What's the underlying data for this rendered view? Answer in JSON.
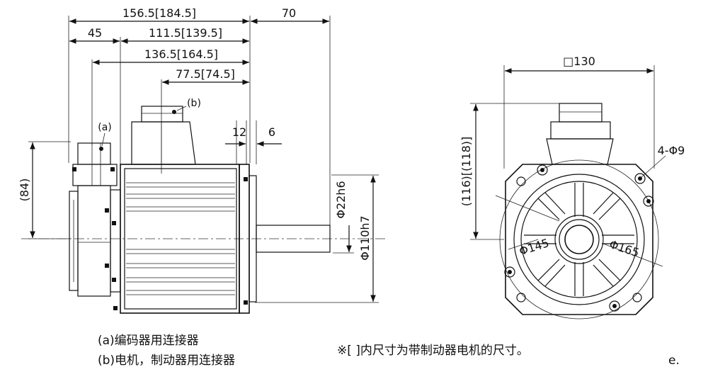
{
  "side_view": {
    "dims": {
      "overall": "156.5[184.5]",
      "shaft_length": "70",
      "encoder": "45",
      "body": "111.5[139.5]",
      "to_flange": "136.5[164.5]",
      "connector_b_pos": "77.5[74.5]",
      "flange_thickness": "12",
      "spigot": "6",
      "height_84": "(84)",
      "shaft_dia": "Φ22h6",
      "spigot_dia": "Φ110h7"
    },
    "labels": {
      "a": "(a)",
      "b": "(b)"
    }
  },
  "front_view": {
    "dims": {
      "square": "□130",
      "height": "(116)[(118)]",
      "holes": "4-Φ9",
      "pcd": "Φ145",
      "flange_dia": "Φ165"
    }
  },
  "legend": {
    "a": "(a)编码器用连接器",
    "b": "(b)电机，制动器用连接器"
  },
  "footnote": "※[ ]内尺寸为带制动器电机的尺寸。",
  "corner_fragment": "e."
}
